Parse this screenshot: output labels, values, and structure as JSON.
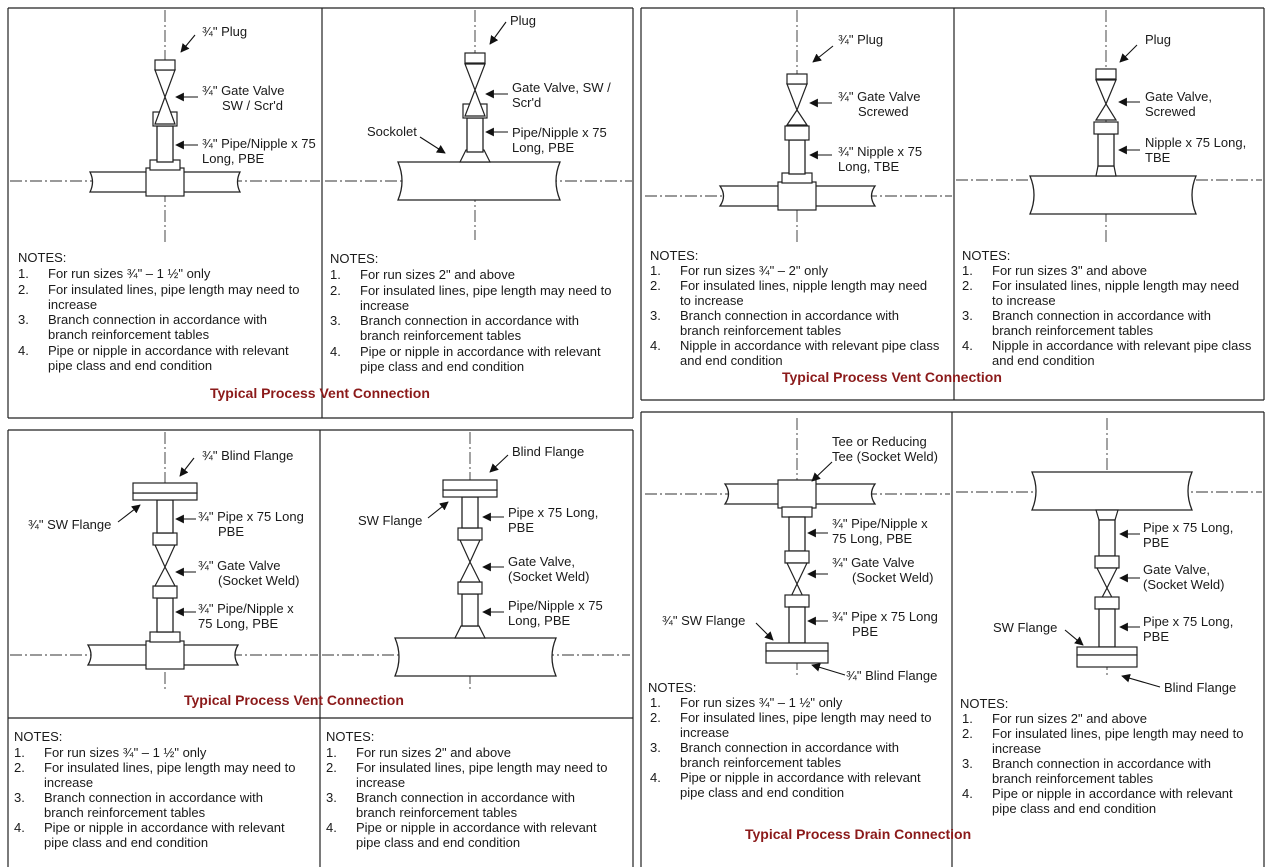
{
  "titles": {
    "vent": "Typical Process Vent Connection",
    "drain": "Typical Process Drain Connection"
  },
  "notes_header": "NOTES:",
  "notes_common": {
    "n2_pipe_a": "For insulated lines, pipe length may need to",
    "n2_nipple_a": "For insulated lines, nipple length may need",
    "n2_b": "increase",
    "n2_nipple_b": "to increase",
    "n3_a": "Branch connection in accordance with",
    "n3_b": "branch reinforcement tables",
    "n4_a": "Pipe or nipple in accordance with relevant",
    "n4_b": "pipe class and end condition",
    "n4_nipple_a": "Nipple in accordance with relevant pipe class",
    "n4_nipple_b": "and end condition"
  },
  "run_sizes": {
    "small": "For run sizes ¾\" – 1 ½\" only",
    "two_up": "For run sizes 2\" and above",
    "to_two": "For run sizes ¾\" – 2\" only",
    "three_up": "For run sizes 3\" and above"
  },
  "labels": {
    "plug_34": "¾\" Plug",
    "plug": "Plug",
    "gate_sw_scrd_a": "¾\" Gate Valve",
    "gate_sw_scrd_b": "SW / Scr'd",
    "gate_sw_scrd2_a": "Gate Valve, SW /",
    "gate_sw_scrd2_b": "Scr'd",
    "pipe_nipple_34_a": "¾\" Pipe/Nipple x 75",
    "pipe_nipple_34_b": "Long, PBE",
    "pipe_nipple_a": "Pipe/Nipple x 75",
    "pipe_nipple_b": "Long, PBE",
    "sockolet": "Sockolet",
    "gate_screwed_34_a": "¾\" Gate Valve",
    "gate_screwed_34_b": "Screwed",
    "gate_screwed_a": "Gate Valve,",
    "gate_screwed_b": "Screwed",
    "nipple_34_a": "¾\" Nipple x 75",
    "nipple_34_b": "Long, TBE",
    "nipple_a": "Nipple x 75 Long,",
    "nipple_b": "TBE",
    "blind_flange_34": "¾\" Blind Flange",
    "blind_flange": "Blind Flange",
    "sw_flange_34": "¾\" SW Flange",
    "sw_flange": "SW Flange",
    "pipe75_34_a": "¾\" Pipe x 75 Long",
    "pipe75_34_b": "PBE",
    "pipe75_a": "Pipe x 75 Long,",
    "pipe75_b": "PBE",
    "gate_socket_34_a": "¾\" Gate Valve",
    "gate_socket_34_b": "(Socket Weld)",
    "gate_socket_a": "Gate Valve,",
    "gate_socket_b": "(Socket Weld)",
    "pipe_nipple_x_34_a": "¾\" Pipe/Nipple x",
    "pipe_nipple_x_34_b": "75 Long, PBE",
    "pipe_nipple_x_34c_a": "¾\" Pipe/Nipple x",
    "pipe_nipple_x_34c_b": "75 Long, PBE",
    "tee_a": "Tee or Reducing",
    "tee_b": "Tee (Socket Weld)"
  },
  "numbers": [
    "1.",
    "2.",
    "3.",
    "4."
  ]
}
